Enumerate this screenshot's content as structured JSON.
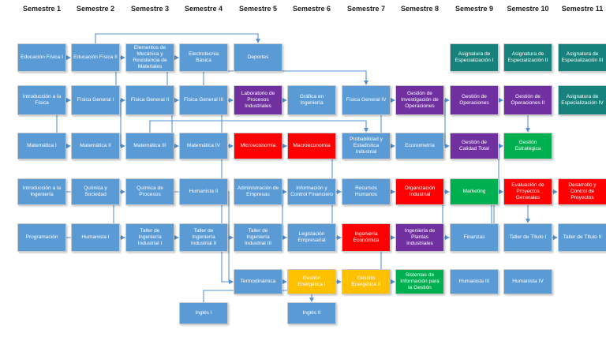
{
  "palette": {
    "blue": "#5B9BD5",
    "purple": "#7030A0",
    "red": "#FE0000",
    "green": "#00B050",
    "teal": "#17827B",
    "gold": "#FFC000",
    "line": "#5592d2",
    "header_text": "#1a1a1a"
  },
  "semesters": [
    "Semestre 1",
    "Semestre 2",
    "Semestre 3",
    "Semestre 4",
    "Semestre 5",
    "Semestre 6",
    "Semestre 7",
    "Semestre 8",
    "Semestre 9",
    "Semestre 10",
    "Semestre 11"
  ],
  "nodes": [
    {
      "id": "ef1",
      "label": "Educación Física I",
      "col": 1,
      "row": 1,
      "color": "blue"
    },
    {
      "id": "ef2",
      "label": "Educación Física II",
      "col": 2,
      "row": 1,
      "color": "blue"
    },
    {
      "id": "elem",
      "label": "Elementos de Mecánica y Resistencia de Materiales",
      "col": 3,
      "row": 1,
      "color": "blue"
    },
    {
      "id": "electro",
      "label": "Electrotecnia Básica",
      "col": 4,
      "row": 1,
      "color": "blue"
    },
    {
      "id": "deportes",
      "label": "Deportes",
      "col": 5,
      "row": 1,
      "color": "blue"
    },
    {
      "id": "asig1",
      "label": "Asignatura de Especialización I",
      "col": 9,
      "row": 1,
      "color": "teal"
    },
    {
      "id": "asig2",
      "label": "Asignatura de Especialización II",
      "col": 10,
      "row": 1,
      "color": "teal"
    },
    {
      "id": "asig3",
      "label": "Asignatura de Especialización III",
      "col": 11,
      "row": 1,
      "color": "teal"
    },
    {
      "id": "intro_fis",
      "label": "Introducción a la Física",
      "col": 1,
      "row": 2,
      "color": "blue"
    },
    {
      "id": "fg1",
      "label": "Física General I",
      "col": 2,
      "row": 2,
      "color": "blue"
    },
    {
      "id": "fg2",
      "label": "Física General II",
      "col": 3,
      "row": 2,
      "color": "blue"
    },
    {
      "id": "fg3",
      "label": "Física General III",
      "col": 4,
      "row": 2,
      "color": "blue"
    },
    {
      "id": "lab",
      "label": "Laboratorio de Procesos Industriales",
      "col": 5,
      "row": 2,
      "color": "purple"
    },
    {
      "id": "grafica",
      "label": "Gráfica en Ingeniería",
      "col": 6,
      "row": 2,
      "color": "blue"
    },
    {
      "id": "fg4",
      "label": "Física General IV",
      "col": 7,
      "row": 2,
      "color": "blue"
    },
    {
      "id": "gestinv",
      "label": "Gestión de Investigación de Operaciones",
      "col": 8,
      "row": 2,
      "color": "purple"
    },
    {
      "id": "gestop",
      "label": "Gestión de Operaciones",
      "col": 9,
      "row": 2,
      "color": "purple"
    },
    {
      "id": "gestop2",
      "label": "Gestión de Operaciones II",
      "col": 10,
      "row": 2,
      "color": "purple"
    },
    {
      "id": "asig4",
      "label": "Asignatura de Especialización IV",
      "col": 11,
      "row": 2,
      "color": "teal"
    },
    {
      "id": "mat1",
      "label": "Matemática I",
      "col": 1,
      "row": 3,
      "color": "blue"
    },
    {
      "id": "mat2",
      "label": "Matemática II",
      "col": 2,
      "row": 3,
      "color": "blue"
    },
    {
      "id": "mat3",
      "label": "Matemática III",
      "col": 3,
      "row": 3,
      "color": "blue"
    },
    {
      "id": "mat4",
      "label": "Matemática IV",
      "col": 4,
      "row": 3,
      "color": "blue"
    },
    {
      "id": "micro",
      "label": "Microeconomía",
      "col": 5,
      "row": 3,
      "color": "red"
    },
    {
      "id": "macro",
      "label": "Macroeconomía",
      "col": 6,
      "row": 3,
      "color": "red"
    },
    {
      "id": "prob",
      "label": "Probabilidad y Estadística Industrial",
      "col": 7,
      "row": 3,
      "color": "blue"
    },
    {
      "id": "econo",
      "label": "Econometría",
      "col": 8,
      "row": 3,
      "color": "blue"
    },
    {
      "id": "gestcal",
      "label": "Gestión de Calidad Total",
      "col": 9,
      "row": 3,
      "color": "purple"
    },
    {
      "id": "gestestr",
      "label": "Gestión Estratégica",
      "col": 10,
      "row": 3,
      "color": "green"
    },
    {
      "id": "intro_ing",
      "label": "Introducción a la Ingeniería",
      "col": 1,
      "row": 4,
      "color": "blue"
    },
    {
      "id": "quimsoc",
      "label": "Química y Sociedad",
      "col": 2,
      "row": 4,
      "color": "blue"
    },
    {
      "id": "quimproc",
      "label": "Química de Procesos",
      "col": 3,
      "row": 4,
      "color": "blue"
    },
    {
      "id": "hum2",
      "label": "Humanista II",
      "col": 4,
      "row": 4,
      "color": "blue"
    },
    {
      "id": "adm",
      "label": "Administración de Empresas",
      "col": 5,
      "row": 4,
      "color": "blue"
    },
    {
      "id": "info",
      "label": "Información y Control Financiero",
      "col": 6,
      "row": 4,
      "color": "blue"
    },
    {
      "id": "rrhh",
      "label": "Recursos Humanos",
      "col": 7,
      "row": 4,
      "color": "blue"
    },
    {
      "id": "orgind",
      "label": "Organización Industrial",
      "col": 8,
      "row": 4,
      "color": "red"
    },
    {
      "id": "marketing",
      "label": "Marketing",
      "col": 9,
      "row": 4,
      "color": "green"
    },
    {
      "id": "eval",
      "label": "Evaluación de Proyectos Generales",
      "col": 10,
      "row": 4,
      "color": "red"
    },
    {
      "id": "desctrl",
      "label": "Desarrollo y Control de Proyectos",
      "col": 11,
      "row": 4,
      "color": "red"
    },
    {
      "id": "prog",
      "label": "Programación",
      "col": 1,
      "row": 5,
      "color": "blue"
    },
    {
      "id": "hum1",
      "label": "Humanista I",
      "col": 2,
      "row": 5,
      "color": "blue"
    },
    {
      "id": "taller1",
      "label": "Taller de Ingeniería Industrial I",
      "col": 3,
      "row": 5,
      "color": "blue"
    },
    {
      "id": "taller2",
      "label": "Taller de Ingeniería Industrial II",
      "col": 4,
      "row": 5,
      "color": "blue"
    },
    {
      "id": "taller3",
      "label": "Taller de Ingeniería Industrial III",
      "col": 5,
      "row": 5,
      "color": "blue"
    },
    {
      "id": "legis",
      "label": "Legislación Empresarial",
      "col": 6,
      "row": 5,
      "color": "blue"
    },
    {
      "id": "ingeco",
      "label": "Ingeniería Económica",
      "col": 7,
      "row": 5,
      "color": "red"
    },
    {
      "id": "ingplantas",
      "label": "Ingeniería de Plantas Industriales",
      "col": 8,
      "row": 5,
      "color": "purple"
    },
    {
      "id": "finanzas",
      "label": "Finanzas",
      "col": 9,
      "row": 5,
      "color": "blue"
    },
    {
      "id": "tt1",
      "label": "Taller de Título I",
      "col": 10,
      "row": 5,
      "color": "blue"
    },
    {
      "id": "tt2",
      "label": "Taller de Título II",
      "col": 11,
      "row": 5,
      "color": "blue"
    },
    {
      "id": "termo",
      "label": "Termodinámica",
      "col": 5,
      "row": 6,
      "color": "blue"
    },
    {
      "id": "gen1",
      "label": "Gestión Energética I",
      "col": 6,
      "row": 6,
      "color": "gold"
    },
    {
      "id": "gen2",
      "label": "Gestión Energética II",
      "col": 7,
      "row": 6,
      "color": "gold"
    },
    {
      "id": "sistinfo",
      "label": "Sistemas de Información para la Gestión",
      "col": 8,
      "row": 6,
      "color": "green"
    },
    {
      "id": "hum3",
      "label": "Humanista III",
      "col": 9,
      "row": 6,
      "color": "blue"
    },
    {
      "id": "hum4",
      "label": "Humanista IV",
      "col": 10,
      "row": 6,
      "color": "blue"
    },
    {
      "id": "ing1",
      "label": "Inglés I",
      "col": 4,
      "row": 7,
      "color": "blue"
    },
    {
      "id": "ing2",
      "label": "Inglés II",
      "col": 6,
      "row": 7,
      "color": "blue"
    }
  ],
  "edges": [
    {
      "from": "ef1",
      "to": "ef2"
    },
    {
      "from": "ef2",
      "to": "deportes"
    },
    {
      "from": "fg1",
      "to": "elem"
    },
    {
      "from": "fg2",
      "to": "electro"
    },
    {
      "from": "elem",
      "to": "electro"
    },
    {
      "from": "intro_fis",
      "to": "fg1"
    },
    {
      "from": "fg1",
      "to": "fg2"
    },
    {
      "from": "fg2",
      "to": "fg3"
    },
    {
      "from": "fg3",
      "to": "fg4"
    },
    {
      "from": "fg3",
      "to": "lab"
    },
    {
      "from": "lab",
      "to": "grafica"
    },
    {
      "from": "fg4",
      "to": "gestinv"
    },
    {
      "from": "gestinv",
      "to": "gestop"
    },
    {
      "from": "gestop",
      "to": "gestop2"
    },
    {
      "from": "mat1",
      "to": "fg1"
    },
    {
      "from": "mat2",
      "to": "fg2"
    },
    {
      "from": "mat3",
      "to": "fg3"
    },
    {
      "from": "mat1",
      "to": "mat2"
    },
    {
      "from": "mat2",
      "to": "mat3"
    },
    {
      "from": "mat3",
      "to": "mat4"
    },
    {
      "from": "mat4",
      "to": "micro"
    },
    {
      "from": "micro",
      "to": "macro"
    },
    {
      "from": "mat3",
      "to": "prob"
    },
    {
      "from": "prob",
      "to": "econo"
    },
    {
      "from": "prob",
      "to": "gestinv"
    },
    {
      "from": "gestinv",
      "to": "gestcal"
    },
    {
      "from": "gestcal",
      "to": "gestestr"
    },
    {
      "from": "gestop2",
      "to": "gestestr"
    },
    {
      "from": "intro_ing",
      "to": "taller1"
    },
    {
      "from": "quimsoc",
      "to": "quimproc"
    },
    {
      "from": "quimproc",
      "to": "termo"
    },
    {
      "from": "adm",
      "to": "info"
    },
    {
      "from": "info",
      "to": "rrhh"
    },
    {
      "from": "rrhh",
      "to": "orgind"
    },
    {
      "from": "orgind",
      "to": "marketing"
    },
    {
      "from": "marketing",
      "to": "gestestr"
    },
    {
      "from": "eval",
      "to": "desctrl"
    },
    {
      "from": "ingeco",
      "to": "eval"
    },
    {
      "from": "finanzas",
      "to": "eval"
    },
    {
      "from": "eval",
      "to": "tt1"
    },
    {
      "from": "adm",
      "to": "legis"
    },
    {
      "from": "info",
      "to": "finanzas"
    },
    {
      "from": "micro",
      "to": "ingeco"
    },
    {
      "from": "fg2",
      "to": "termo"
    },
    {
      "from": "prog",
      "to": "sistinfo"
    },
    {
      "from": "ingeco",
      "to": "ingplantas"
    },
    {
      "from": "taller1",
      "to": "taller2"
    },
    {
      "from": "taller2",
      "to": "taller3"
    },
    {
      "from": "termo",
      "to": "gen1"
    },
    {
      "from": "gen1",
      "to": "gen2"
    },
    {
      "from": "gen2",
      "to": "sistinfo"
    },
    {
      "from": "tt1",
      "to": "tt2"
    },
    {
      "from": "ing1",
      "to": "ing2"
    }
  ]
}
